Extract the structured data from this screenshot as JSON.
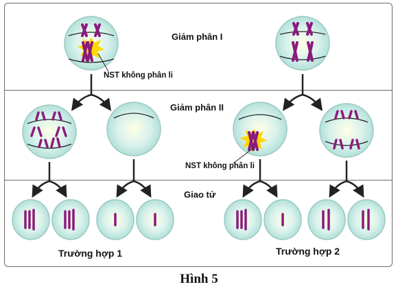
{
  "sections": {
    "meiosis_1": "Giảm phân I",
    "meiosis_2": "Giảm phân II",
    "gametes": "Giao tử"
  },
  "annotations": {
    "nondisjunction_1": "NST không phân li",
    "nondisjunction_2": "NST không phân li"
  },
  "cases": {
    "case_1": "Trường hợp 1",
    "case_2": "Trường hợp 2"
  },
  "caption": "Hình 5",
  "colors": {
    "cell_fill": "#bfe6df",
    "cell_stroke": "#9ac9c2",
    "chromosome": "#8b1a7e",
    "spindle": "#222222",
    "highlight": "#ffd800",
    "frame": "#6b6b6b"
  }
}
